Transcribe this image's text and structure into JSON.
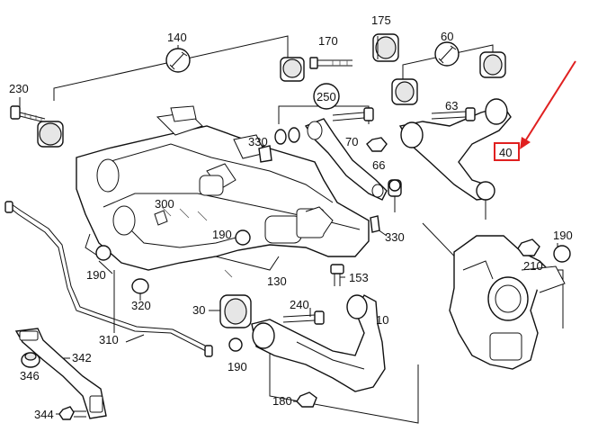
{
  "labels": {
    "l10": "10",
    "l30": "30",
    "l40": "40",
    "l60": "60",
    "l63": "63",
    "l66": "66",
    "l70": "70",
    "l130": "130",
    "l140": "140",
    "l153": "153",
    "l170": "170",
    "l175": "175",
    "l180": "180",
    "l190a": "190",
    "l190b": "190",
    "l190c": "190",
    "l190d": "190",
    "l210": "210",
    "l230": "230",
    "l240": "240",
    "l250": "250",
    "l300": "300",
    "l310": "310",
    "l320": "320",
    "l330a": "330",
    "l330b": "330",
    "l342": "342",
    "l344": "344",
    "l346": "346"
  },
  "highlight": {
    "color": "#e02020",
    "target_label": "40"
  }
}
